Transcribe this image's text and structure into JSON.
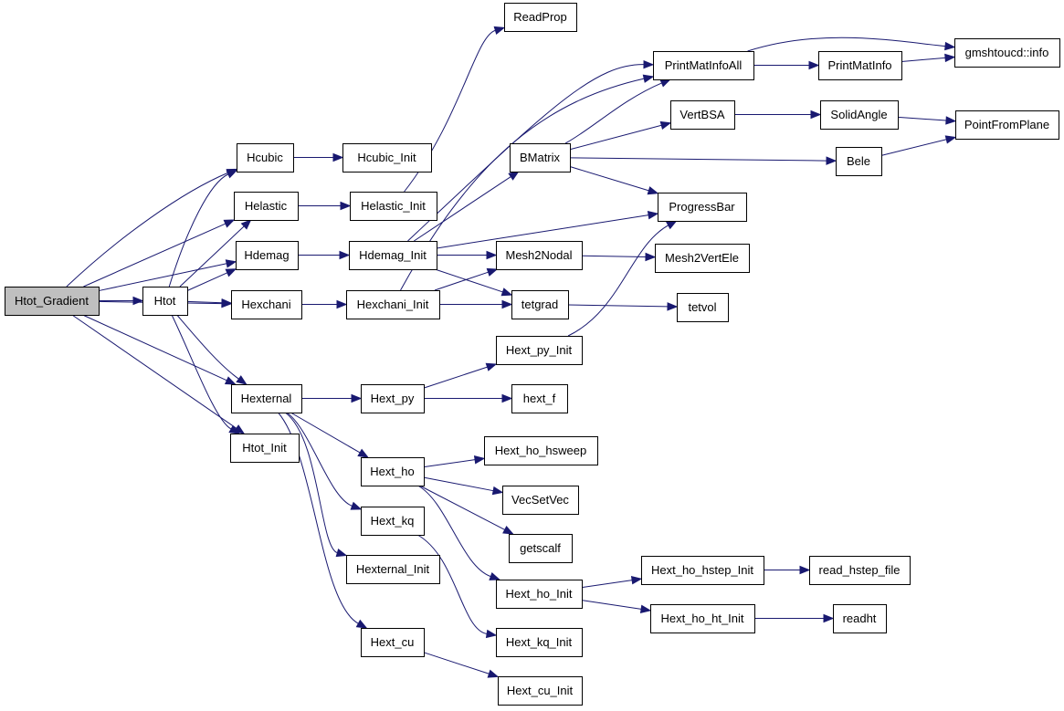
{
  "graph": {
    "colors": {
      "edge": "#191970",
      "node_fill": "#ffffff",
      "root_fill": "#bfbfbf",
      "border": "#000000"
    },
    "nodes": [
      {
        "id": "htot_gradient",
        "label": "Htot_Gradient",
        "root": true
      },
      {
        "id": "htot",
        "label": "Htot"
      },
      {
        "id": "hcubic",
        "label": "Hcubic"
      },
      {
        "id": "helastic",
        "label": "Helastic"
      },
      {
        "id": "hdemag",
        "label": "Hdemag"
      },
      {
        "id": "hexchani",
        "label": "Hexchani"
      },
      {
        "id": "hexternal",
        "label": "Hexternal"
      },
      {
        "id": "htot_init",
        "label": "Htot_Init"
      },
      {
        "id": "hcubic_init",
        "label": "Hcubic_Init"
      },
      {
        "id": "helastic_init",
        "label": "Helastic_Init"
      },
      {
        "id": "hdemag_init",
        "label": "Hdemag_Init"
      },
      {
        "id": "hexchani_init",
        "label": "Hexchani_Init"
      },
      {
        "id": "hext_py",
        "label": "Hext_py"
      },
      {
        "id": "hext_ho",
        "label": "Hext_ho"
      },
      {
        "id": "hext_kq",
        "label": "Hext_kq"
      },
      {
        "id": "hexternal_init",
        "label": "Hexternal_Init"
      },
      {
        "id": "hext_cu",
        "label": "Hext_cu"
      },
      {
        "id": "readprop",
        "label": "ReadProp"
      },
      {
        "id": "printmatinfoall",
        "label": "PrintMatInfoAll"
      },
      {
        "id": "bmatrix",
        "label": "BMatrix"
      },
      {
        "id": "vertbsa",
        "label": "VertBSA"
      },
      {
        "id": "progressbar",
        "label": "ProgressBar"
      },
      {
        "id": "mesh2nodal",
        "label": "Mesh2Nodal"
      },
      {
        "id": "tetgrad",
        "label": "tetgrad"
      },
      {
        "id": "hext_py_init",
        "label": "Hext_py_Init"
      },
      {
        "id": "hext_f",
        "label": "hext_f"
      },
      {
        "id": "hext_ho_hsweep",
        "label": "Hext_ho_hsweep"
      },
      {
        "id": "vecsetvec",
        "label": "VecSetVec"
      },
      {
        "id": "getscalf",
        "label": "getscalf"
      },
      {
        "id": "hext_ho_init",
        "label": "Hext_ho_Init"
      },
      {
        "id": "hext_kq_init",
        "label": "Hext_kq_Init"
      },
      {
        "id": "hext_cu_init",
        "label": "Hext_cu_Init"
      },
      {
        "id": "gmshtoucd_info",
        "label": "gmshtoucd::info"
      },
      {
        "id": "printmatinfo",
        "label": "PrintMatInfo"
      },
      {
        "id": "solidangle",
        "label": "SolidAngle"
      },
      {
        "id": "bele",
        "label": "Bele"
      },
      {
        "id": "mesh2vertele",
        "label": "Mesh2VertEle"
      },
      {
        "id": "tetvol",
        "label": "tetvol"
      },
      {
        "id": "hext_ho_hstep_init",
        "label": "Hext_ho_hstep_Init"
      },
      {
        "id": "hext_ho_ht_init",
        "label": "Hext_ho_ht_Init"
      },
      {
        "id": "pointfromplane",
        "label": "PointFromPlane"
      },
      {
        "id": "read_hstep_file",
        "label": "read_hstep_file"
      },
      {
        "id": "readht",
        "label": "readht"
      }
    ],
    "edges": [
      [
        "htot_gradient",
        "htot"
      ],
      [
        "htot_gradient",
        "hcubic"
      ],
      [
        "htot_gradient",
        "helastic"
      ],
      [
        "htot_gradient",
        "hdemag"
      ],
      [
        "htot_gradient",
        "hexchani"
      ],
      [
        "htot_gradient",
        "hexternal"
      ],
      [
        "htot_gradient",
        "htot_init"
      ],
      [
        "htot",
        "hcubic"
      ],
      [
        "htot",
        "helastic"
      ],
      [
        "htot",
        "hdemag"
      ],
      [
        "htot",
        "hexchani"
      ],
      [
        "htot",
        "hexternal"
      ],
      [
        "htot",
        "htot_init"
      ],
      [
        "hcubic",
        "hcubic_init"
      ],
      [
        "helastic",
        "helastic_init"
      ],
      [
        "hdemag",
        "hdemag_init"
      ],
      [
        "hexchani",
        "hexchani_init"
      ],
      [
        "helastic_init",
        "readprop"
      ],
      [
        "hdemag_init",
        "printmatinfoall"
      ],
      [
        "hdemag_init",
        "bmatrix"
      ],
      [
        "hdemag_init",
        "progressbar"
      ],
      [
        "hdemag_init",
        "mesh2nodal"
      ],
      [
        "hdemag_init",
        "tetgrad"
      ],
      [
        "hexchani_init",
        "printmatinfoall"
      ],
      [
        "hexchani_init",
        "mesh2nodal"
      ],
      [
        "hexchani_init",
        "tetgrad"
      ],
      [
        "bmatrix",
        "printmatinfoall"
      ],
      [
        "bmatrix",
        "vertbsa"
      ],
      [
        "bmatrix",
        "progressbar"
      ],
      [
        "bmatrix",
        "bele"
      ],
      [
        "printmatinfoall",
        "gmshtoucd_info"
      ],
      [
        "printmatinfoall",
        "printmatinfo"
      ],
      [
        "printmatinfo",
        "gmshtoucd_info"
      ],
      [
        "vertbsa",
        "solidangle"
      ],
      [
        "solidangle",
        "pointfromplane"
      ],
      [
        "bele",
        "pointfromplane"
      ],
      [
        "mesh2nodal",
        "mesh2vertele"
      ],
      [
        "tetgrad",
        "tetvol"
      ],
      [
        "hexternal",
        "hext_py"
      ],
      [
        "hexternal",
        "hext_ho"
      ],
      [
        "hexternal",
        "hext_kq"
      ],
      [
        "hexternal",
        "hexternal_init"
      ],
      [
        "hexternal",
        "hext_cu"
      ],
      [
        "hext_py",
        "hext_py_init"
      ],
      [
        "hext_py",
        "hext_f"
      ],
      [
        "hext_py_init",
        "progressbar"
      ],
      [
        "hext_ho",
        "hext_ho_hsweep"
      ],
      [
        "hext_ho",
        "vecsetvec"
      ],
      [
        "hext_ho",
        "getscalf"
      ],
      [
        "hext_ho",
        "hext_ho_init"
      ],
      [
        "hext_kq",
        "hext_kq_init"
      ],
      [
        "hext_cu",
        "hext_cu_init"
      ],
      [
        "hext_ho_init",
        "hext_ho_hstep_init"
      ],
      [
        "hext_ho_init",
        "hext_ho_ht_init"
      ],
      [
        "hext_ho_hstep_init",
        "read_hstep_file"
      ],
      [
        "hext_ho_ht_init",
        "readht"
      ]
    ]
  }
}
